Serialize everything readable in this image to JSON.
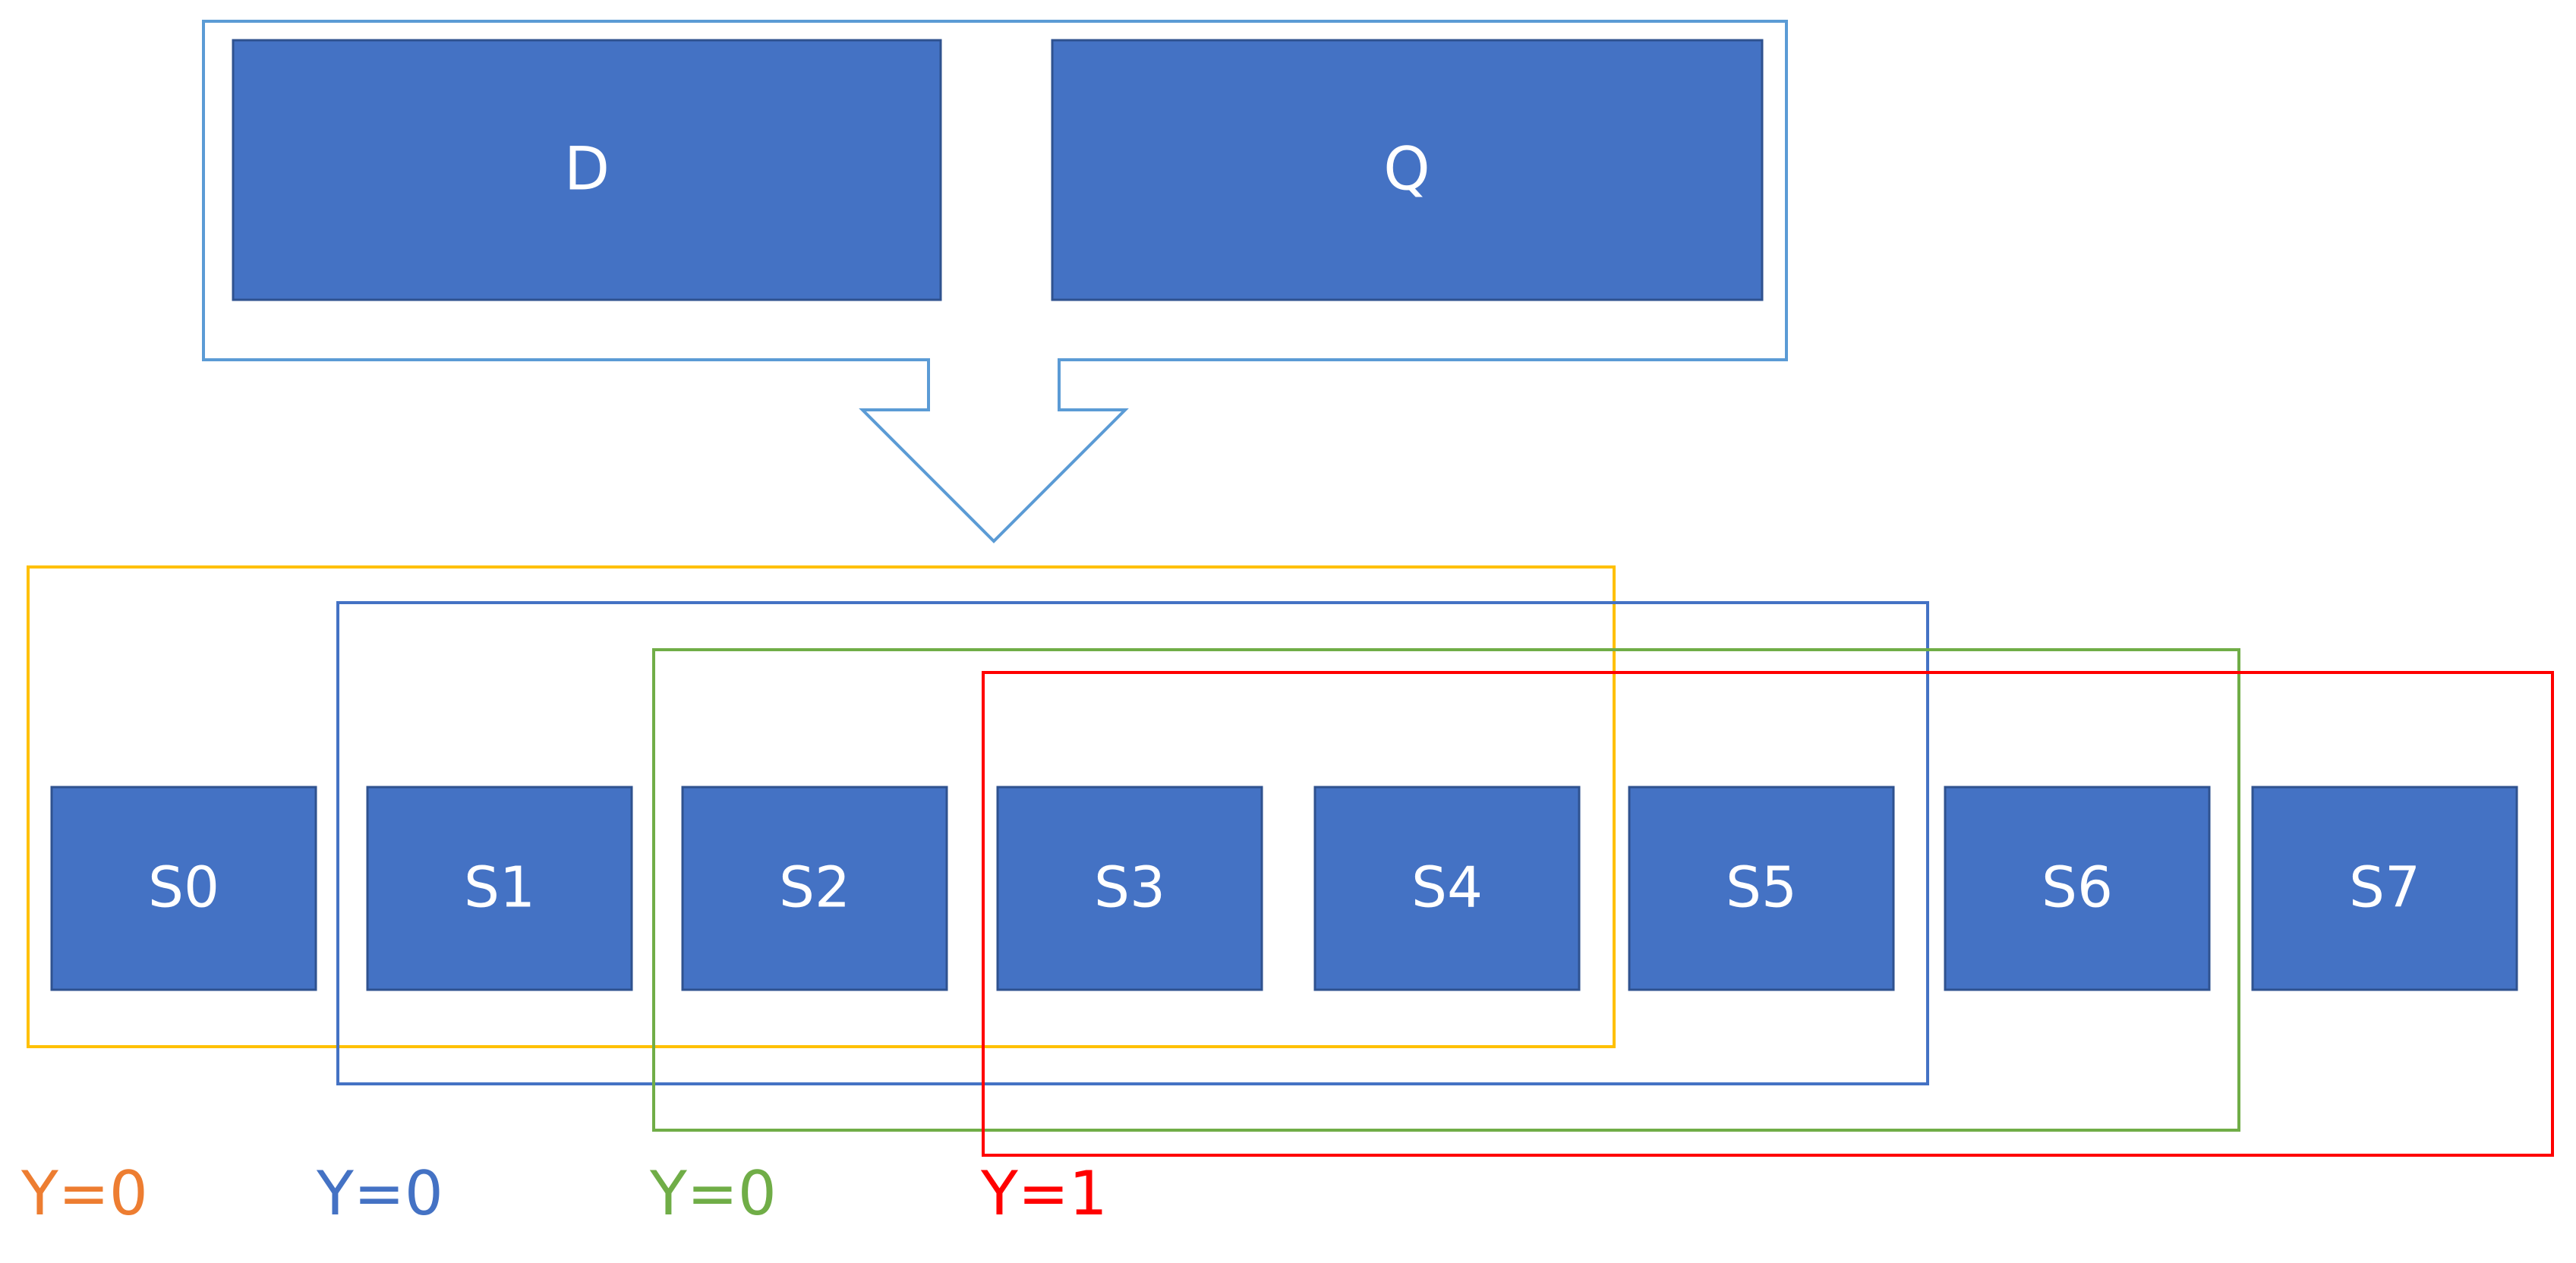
{
  "top_inputs": [
    {
      "id": "d",
      "label": "D"
    },
    {
      "id": "q",
      "label": "Q"
    }
  ],
  "segments": [
    {
      "id": "s0",
      "label": "S0"
    },
    {
      "id": "s1",
      "label": "S1"
    },
    {
      "id": "s2",
      "label": "S2"
    },
    {
      "id": "s3",
      "label": "S3"
    },
    {
      "id": "s4",
      "label": "S4"
    },
    {
      "id": "s5",
      "label": "S5"
    },
    {
      "id": "s6",
      "label": "S6"
    },
    {
      "id": "s7",
      "label": "S7"
    }
  ],
  "windows": [
    {
      "label": "Y=0",
      "color": "#ffc000",
      "label_color": "#ed7d31"
    },
    {
      "label": "Y=0",
      "color": "#4472c4",
      "label_color": "#4472c4"
    },
    {
      "label": "Y=0",
      "color": "#70ad47",
      "label_color": "#70ad47"
    },
    {
      "label": "Y=1",
      "color": "#ff0000",
      "label_color": "#ff0000"
    }
  ],
  "colors": {
    "box_fill": "#4472c4",
    "box_border": "#2f528f",
    "arrow_stroke": "#5b9bd5",
    "text": "#ffffff"
  }
}
